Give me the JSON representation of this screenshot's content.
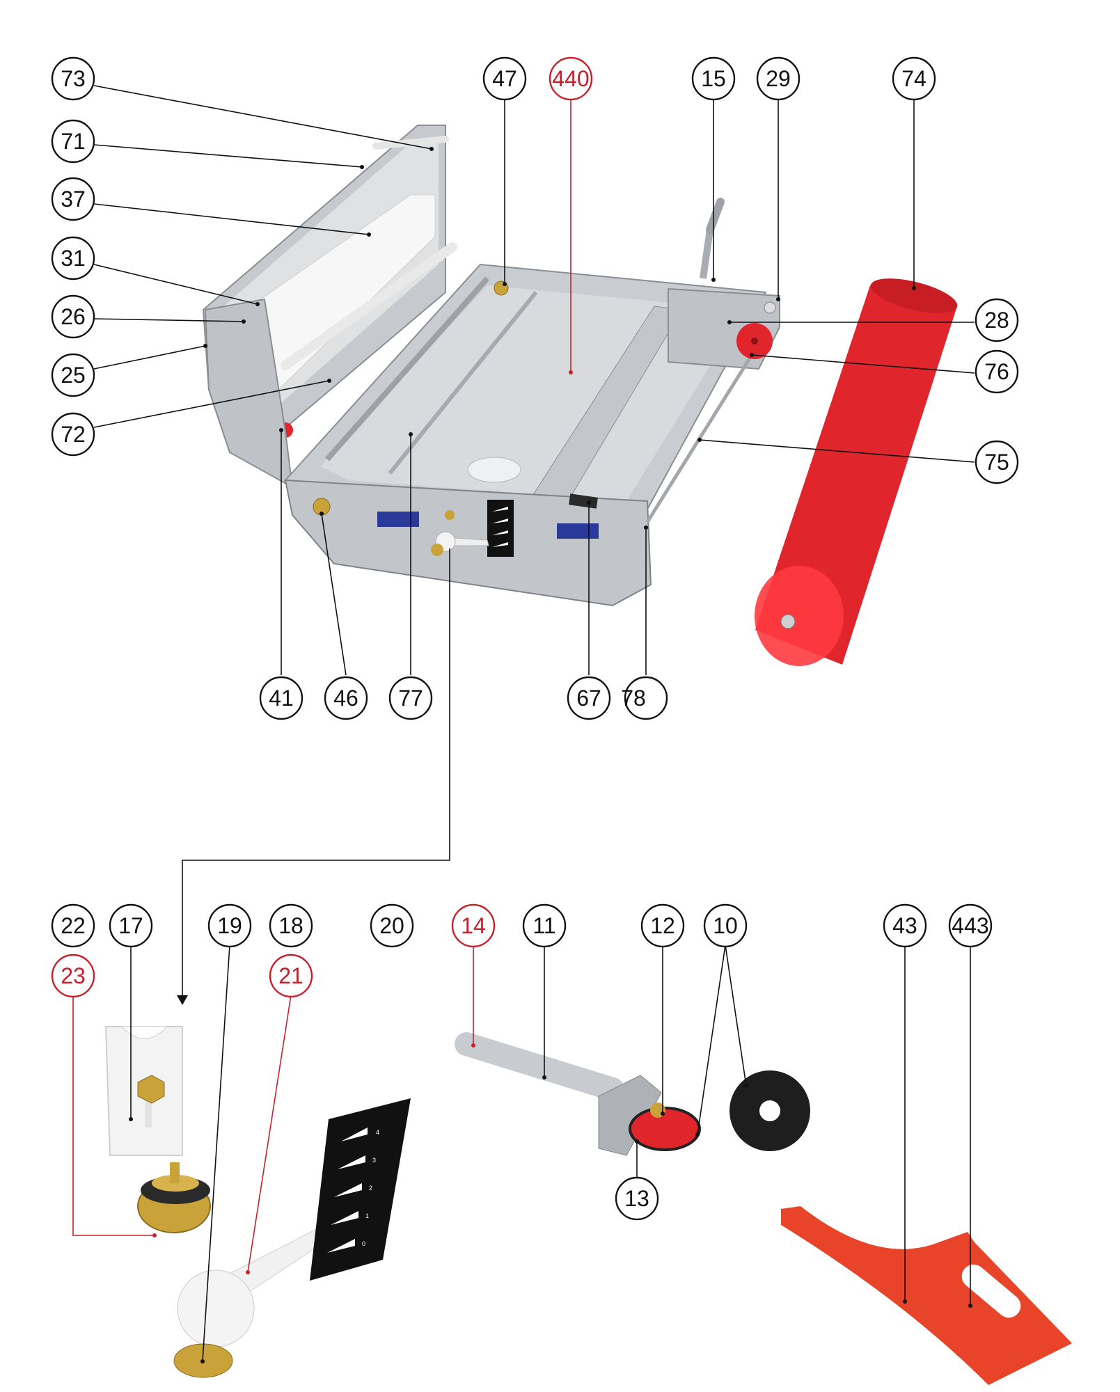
{
  "colors": {
    "steel": "#b9bcc0",
    "steel_dark": "#8a8e93",
    "roller_red": "#e0262c",
    "callout_red": "#c8202a",
    "brass": "#c9a23a",
    "plastic_white": "#f2f2f2",
    "rubber_black": "#1e1e1e",
    "gauge_black": "#111111",
    "cutter_orange": "#e8442a"
  },
  "callouts": {
    "c73": "73",
    "c71": "71",
    "c37": "37",
    "c31": "31",
    "c26": "26",
    "c25": "25",
    "c72": "72",
    "c47": "47",
    "c440": "440",
    "c15": "15",
    "c29": "29",
    "c74": "74",
    "c28": "28",
    "c76": "76",
    "c75": "75",
    "c41": "41",
    "c46": "46",
    "c77": "77",
    "c67": "67",
    "c78": "78",
    "c22": "22",
    "c23": "23",
    "c17": "17",
    "c19": "19",
    "c18": "18",
    "c21": "21",
    "c20": "20",
    "c14": "14",
    "c11": "11",
    "c12": "12",
    "c10": "10",
    "c13": "13",
    "c43": "43",
    "c443": "443"
  },
  "gauge_marks": [
    "4",
    "3",
    "2",
    "1",
    "0"
  ],
  "icons": [
    "down-arrow-icon"
  ]
}
